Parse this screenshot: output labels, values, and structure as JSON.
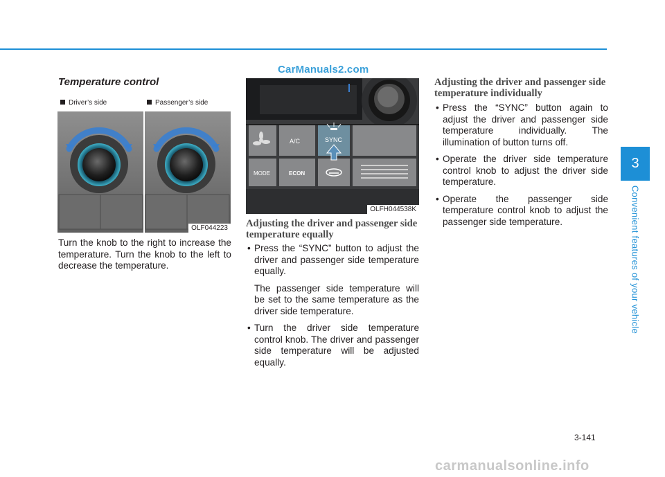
{
  "watermark_top": "CarManuals2.com",
  "section_title": "Temperature control",
  "figure1": {
    "driver_label": "Driver’s side",
    "passenger_label": "Passenger’s side",
    "code": "OLF044223"
  },
  "figure2": {
    "code": "OLFH044538K",
    "btn_ac": "A/C",
    "btn_sync": "SYNC",
    "btn_mode": "MODE",
    "btn_econ": "ECON"
  },
  "paragraph_knob": "Turn the knob to the right to increase the temperature. Turn the knob to the left to decrease the temperature.",
  "equal_section": {
    "heading": "Adjusting the driver and passenger side temperature equally",
    "bullet1": "Press the “SYNC” button to adjust the driver and passenger side temperature equally.",
    "bullet1_note": "The passenger side temperature will be set to the same temperature as the driver side temperature.",
    "bullet2": "Turn the driver side temperature control knob. The driver and passenger side temperature will be adjusted equally."
  },
  "individual_section": {
    "heading": "Adjusting the driver and passenger side temperature individually",
    "bullet1": "Press the “SYNC” button again to adjust the driver and passenger side temperature individually. The illumination of button turns off.",
    "bullet2": "Operate the driver side temperature control knob to adjust the driver side temperature.",
    "bullet3": "Operate the passenger side temperature control knob to adjust the passenger side temperature."
  },
  "chapter_number": "3",
  "chapter_title": "Convenient features of your vehicle",
  "page_number": "3-141",
  "watermark_bottom": "carmanualsonline.info"
}
